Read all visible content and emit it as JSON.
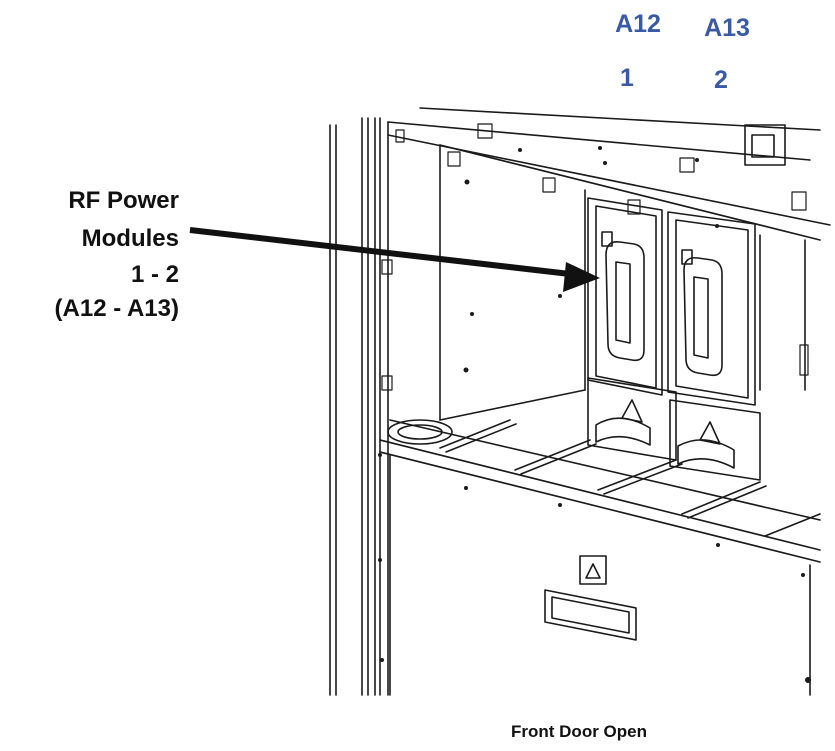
{
  "slots": [
    {
      "designator": "A12",
      "number": "1"
    },
    {
      "designator": "A13",
      "number": "2"
    }
  ],
  "callout": {
    "line1": "RF Power",
    "line2": "Modules",
    "line3": "1 - 2",
    "line4": "(A12 - A13)"
  },
  "caption": "Front Door Open",
  "colors": {
    "slot_label": "#3a5aa6",
    "line_art": "#1a1a1a"
  }
}
